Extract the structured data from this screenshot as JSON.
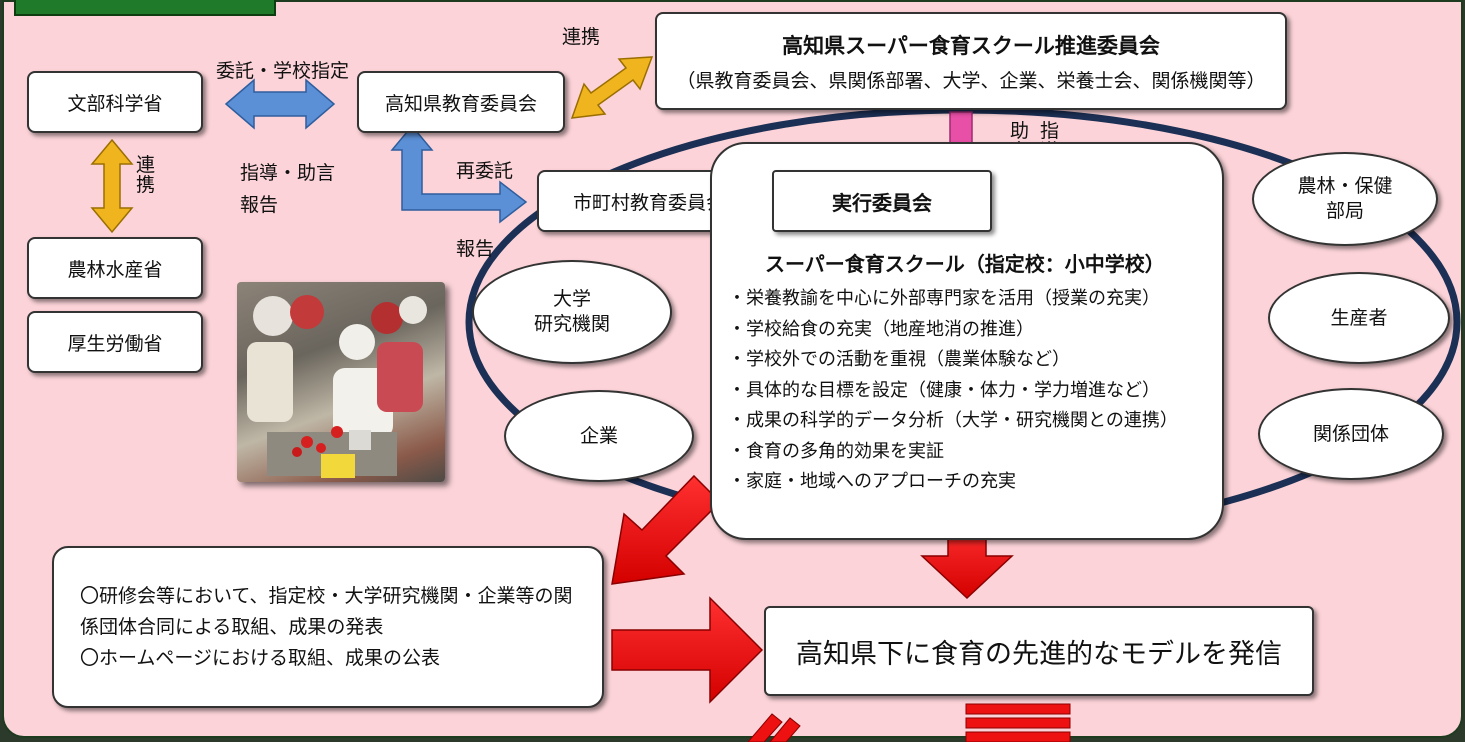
{
  "orgs": {
    "mext": "文部科学省",
    "maff": "農林水産省",
    "mhlw": "厚生労働省",
    "kochi_board": "高知県教育委員会",
    "municipal_board": "市町村教育委員会",
    "exec_committee": "実行委員会"
  },
  "promo_committee": {
    "title": "高知県スーパー食育スクール推進委員会",
    "members": "（県教育委員会、県関係部署、大学、企業、栄養士会、関係機関等）"
  },
  "labels": {
    "commission": "委託・学校指定",
    "guidance_advice": "指導・助言",
    "report": "報告",
    "recommission": "再委託",
    "report2": "報告",
    "coop_top": "連携",
    "coop_side": [
      "連",
      "携"
    ],
    "advice_v": [
      "助",
      "言"
    ],
    "guidance_v": [
      "指",
      "導"
    ]
  },
  "partners": {
    "university_line1": "大学",
    "university_line2": "研究機関",
    "company": "企業",
    "agri_health_line1": "農林・保健",
    "agri_health_line2": "部局",
    "producer": "生産者",
    "related_groups": "関係団体"
  },
  "school": {
    "title": "スーパー食育スクール（指定校：小中学校）",
    "items": [
      "・栄養教諭を中心に外部専門家を活用（授業の充実）",
      "・学校給食の充実（地産地消の推進）",
      "・学校外での活動を重視（農業体験など）",
      "・具体的な目標を設定（健康・体力・学力増進など）",
      "・成果の科学的データ分析（大学・研究機関との連携）",
      "・食育の多角的効果を実証",
      "・家庭・地域へのアプローチの充実"
    ]
  },
  "outcomes": {
    "line1": "〇研修会等において、指定校・大学研究機関・企業等の関",
    "line2": "係団体合同による取組、成果の発表",
    "line3": "〇ホームページにおける取組、成果の公表",
    "model": "高知県下に食育の先進的なモデルを発信"
  },
  "colors": {
    "background": "#fbd3d8",
    "blue_arrow": "#5b8fd6",
    "gold_arrow": "#f0b41e",
    "pink_arrow": "#e84fa6",
    "red_arrow": "#ee1111",
    "ring": "#1c2f55"
  },
  "icons": {
    "photo": "children-cooking-photo"
  }
}
